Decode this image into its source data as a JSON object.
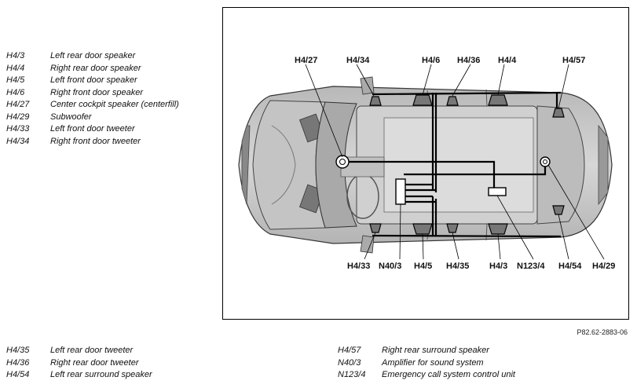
{
  "legend_top": [
    {
      "code": "H4/3",
      "text": "Left rear door speaker"
    },
    {
      "code": "H4/4",
      "text": "Right rear door speaker"
    },
    {
      "code": "H4/5",
      "text": "Left front door speaker"
    },
    {
      "code": "H4/6",
      "text": "Right front door speaker"
    },
    {
      "code": "H4/27",
      "text": "Center cockpit speaker (centerfill)"
    },
    {
      "code": "H4/29",
      "text": "Subwoofer"
    },
    {
      "code": "H4/33",
      "text": "Left front door tweeter"
    },
    {
      "code": "H4/34",
      "text": "Right front door tweeter"
    }
  ],
  "legend_bottom_left": [
    {
      "code": "H4/35",
      "text": "Left rear door tweeter"
    },
    {
      "code": "H4/36",
      "text": "Right rear door tweeter"
    },
    {
      "code": "H4/54",
      "text": "Left rear surround speaker"
    }
  ],
  "legend_bottom_right": [
    {
      "code": "H4/57",
      "text": "Right rear surround speaker"
    },
    {
      "code": "N40/3",
      "text": "Amplifier for sound system"
    },
    {
      "code": "N123/4",
      "text": "Emergency call system control unit"
    }
  ],
  "diagram": {
    "labels_top": [
      "H4/27",
      "H4/34",
      "H4/6",
      "H4/36",
      "H4/4",
      "H4/57"
    ],
    "labels_bottom": [
      "H4/33",
      "N40/3",
      "H4/5",
      "H4/35",
      "H4/3",
      "N123/4",
      "H4/54",
      "H4/29"
    ],
    "figure_code": "P82.62-2883-06"
  }
}
